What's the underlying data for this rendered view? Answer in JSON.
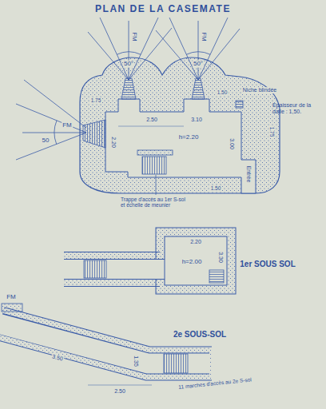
{
  "diagram": {
    "title": "PLAN DE LA CASEMATE",
    "labels": [
      "FM",
      "50°",
      "FM",
      "50°",
      "FM",
      "50",
      "1.75",
      "1.50",
      "Niche blindée",
      "1.75",
      "Epaisseur de la dalle : 1,50.",
      "2.50",
      "3.10",
      "2.20",
      "h=2.20",
      "3.00",
      "Entrée",
      "Trappe d'accès au 1er S-sol et échelle de meunier",
      "1.50",
      "2.20",
      "h=2.00",
      "3.30",
      "1er SOUS SOL",
      "FM",
      "3.50",
      "1.35",
      "2.50",
      "2e SOUS-SOL",
      "11 marches d'accès au 2e S-sol"
    ]
  }
}
